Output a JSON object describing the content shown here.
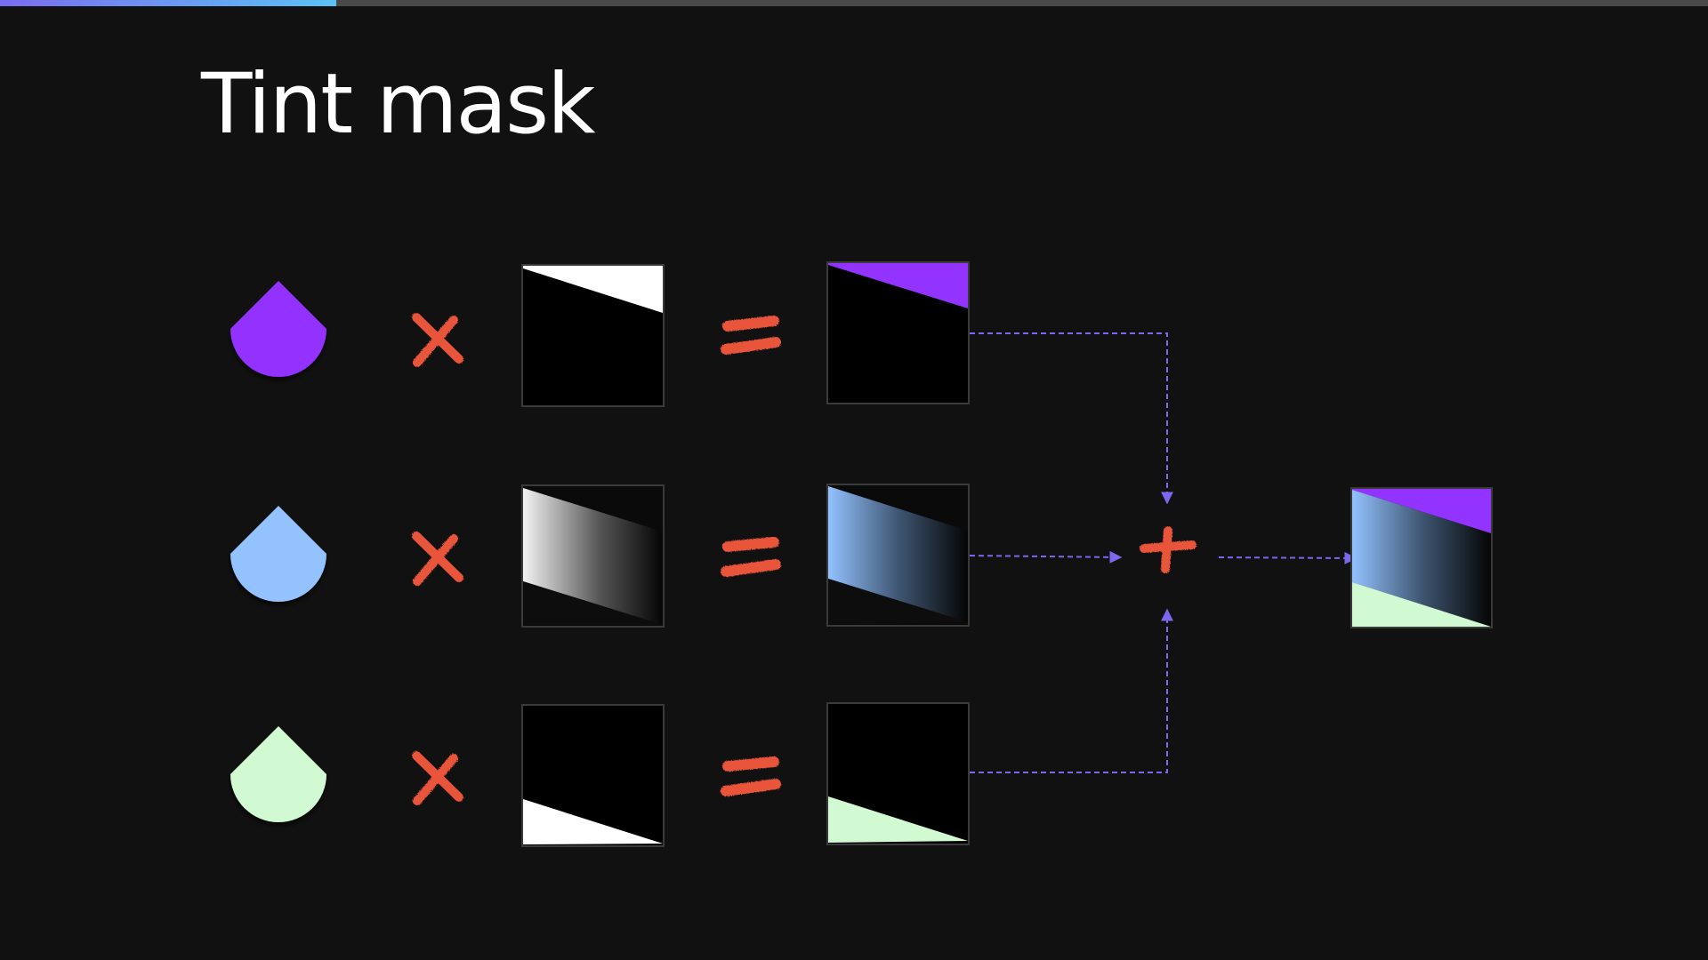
{
  "slide": {
    "title": "Tint mask",
    "progress": 0.197
  },
  "colors": {
    "background": "#111111",
    "tint_purple": "#9333ff",
    "tint_blue": "#93c2ff",
    "tint_green": "#d2fad2",
    "operator_red": "#e8543a",
    "connector_purple": "#7b68ee"
  },
  "diagram": {
    "rows": [
      {
        "tint": "purple",
        "color": "#9333ff",
        "operator_1": "×",
        "operator_2": "=",
        "mask_region": "top"
      },
      {
        "tint": "blue",
        "color": "#93c2ff",
        "operator_1": "×",
        "operator_2": "=",
        "mask_region": "middle-gradient"
      },
      {
        "tint": "green",
        "color": "#d2fad2",
        "operator_1": "×",
        "operator_2": "=",
        "mask_region": "bottom"
      }
    ],
    "combine_operator": "+",
    "icons": [
      "water-drop-icon",
      "multiply-icon",
      "equals-icon",
      "plus-icon"
    ]
  }
}
